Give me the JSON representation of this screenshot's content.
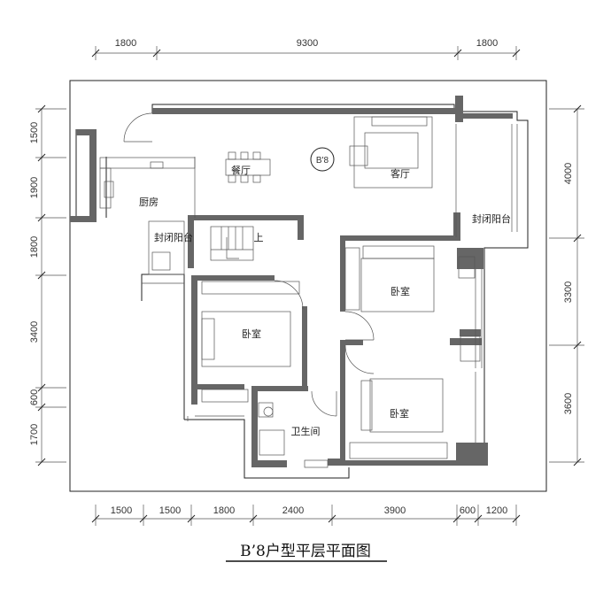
{
  "drawing": {
    "title": "B’8户型平层平面图",
    "unit_tag": "B'8"
  },
  "dimensions": {
    "top": [
      "1800",
      "9300",
      "1800"
    ],
    "bottom": [
      "1500",
      "1500",
      "1800",
      "2400",
      "3900",
      "600",
      "1200"
    ],
    "left": [
      "1500",
      "1900",
      "1800",
      "3400",
      "600",
      "1700"
    ],
    "right": [
      "4000",
      "3300",
      "3600"
    ]
  },
  "rooms": {
    "dining": "餐厅",
    "living": "客厅",
    "kitchen": "厨房",
    "balcony_left": "封闭阳台",
    "balcony_right": "封闭阳台",
    "bedroom_center": "卧室",
    "bedroom_right_upper": "卧室",
    "bedroom_right_lower": "卧室",
    "bathroom": "卫生间",
    "stair_label": "上"
  },
  "colors": {
    "wall": "#666666",
    "line": "#222222"
  }
}
